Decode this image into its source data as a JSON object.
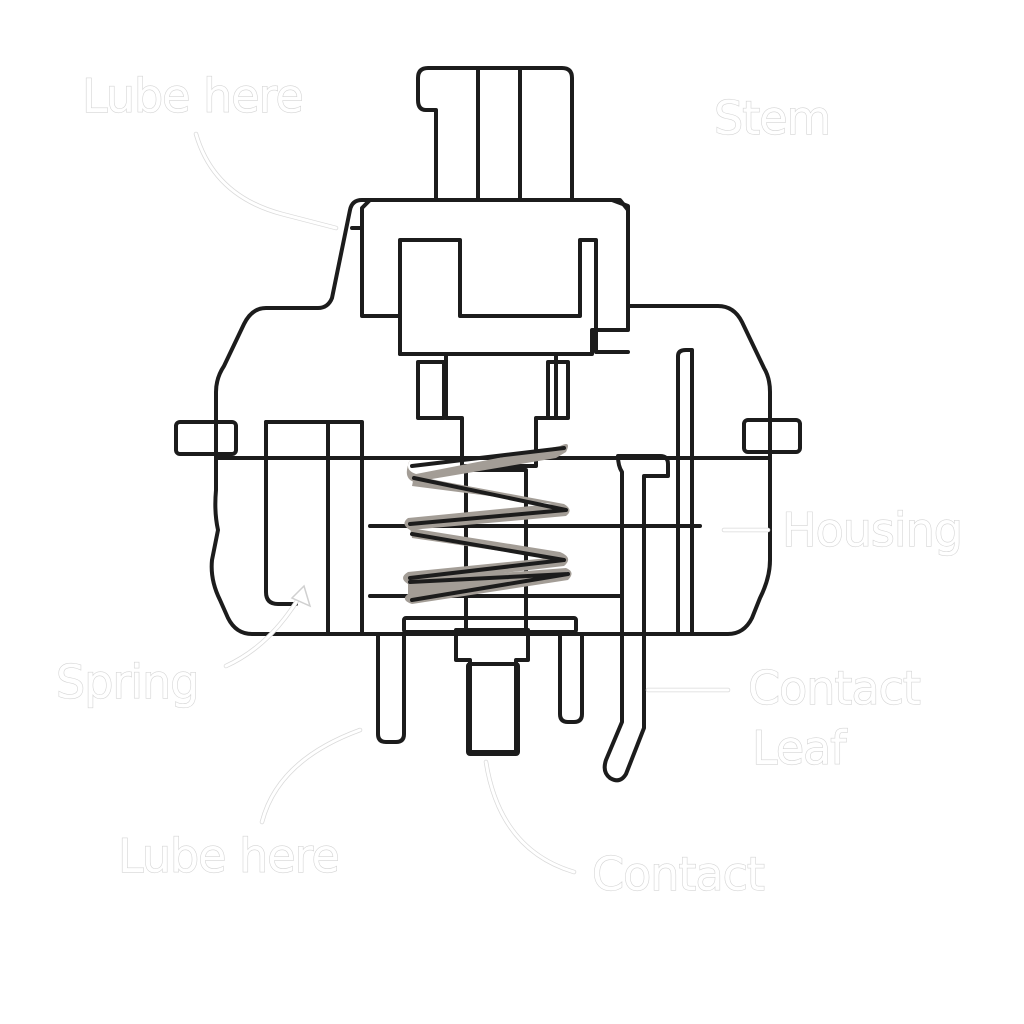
{
  "colors": {
    "housing": "#d6c3a5",
    "stem": "#eba281",
    "metal": "#a39d96",
    "metal_dark": "#8e8983",
    "contact_leaf": "#f0ca74",
    "outline": "#1c1c1c",
    "label": "#ffffff"
  },
  "labels": {
    "lube_top": "Lube here",
    "stem": "Stem",
    "housing": "Housing",
    "spring": "Spring",
    "contact_leaf_line1": "Contact",
    "contact_leaf_line2": "Leaf",
    "lube_bottom": "Lube here",
    "contact": "Contact"
  }
}
